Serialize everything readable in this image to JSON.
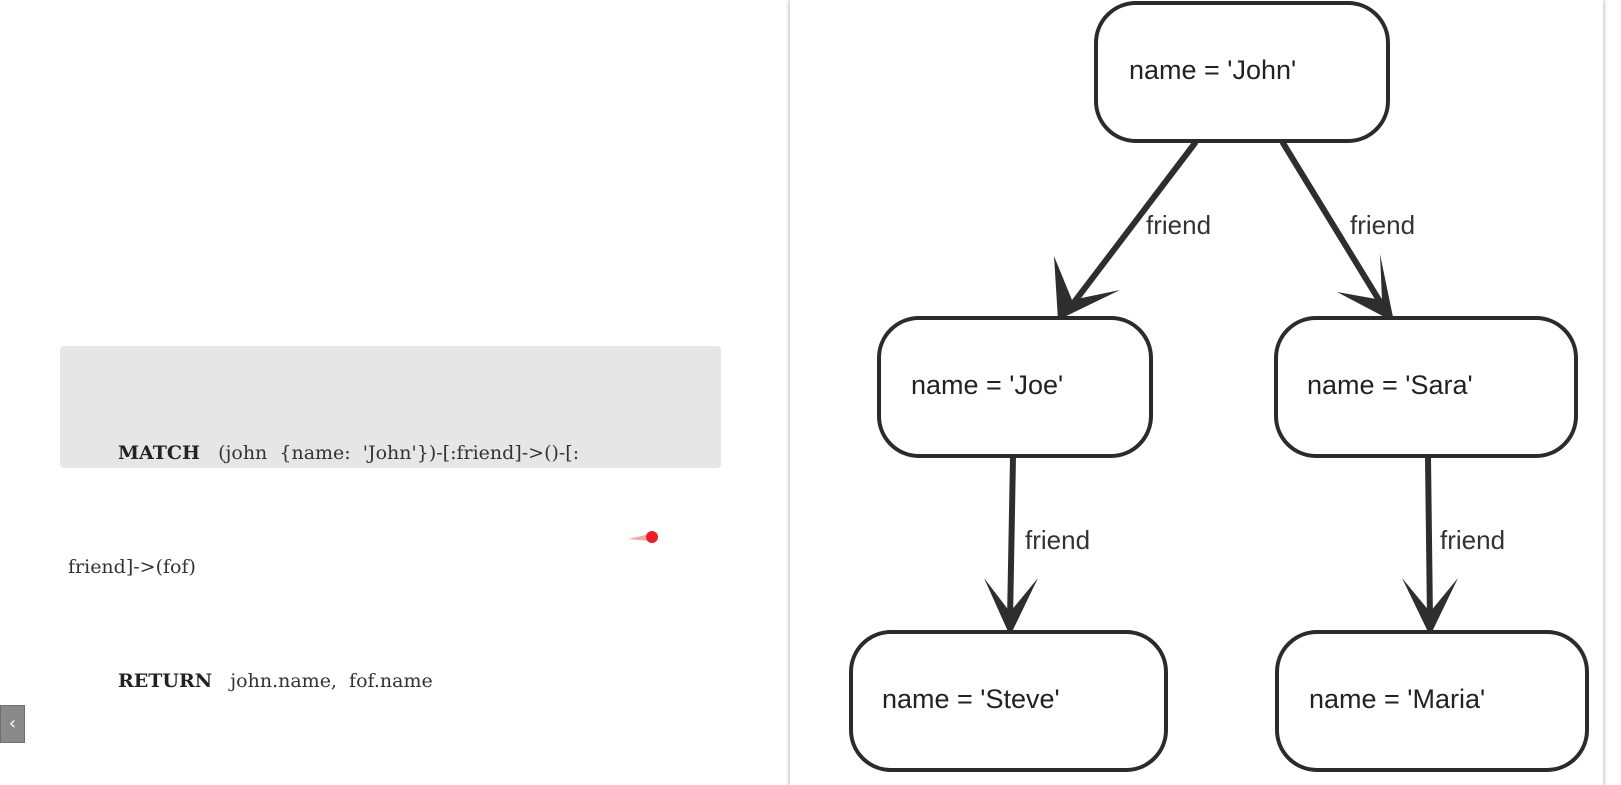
{
  "code": {
    "line1_keyword": "MATCH",
    "line1_rest": "(john  {name:  'John'})-[:friend]->()-[:",
    "line2": "friend]->(fof)",
    "line3_keyword": "RETURN",
    "line3_rest": "john.name,  fof.name"
  },
  "nav": {
    "prev_arrow": "‹"
  },
  "diagram": {
    "nodes": [
      {
        "id": "john",
        "label": "name = 'John'"
      },
      {
        "id": "joe",
        "label": "name = 'Joe'"
      },
      {
        "id": "sara",
        "label": "name = 'Sara'"
      },
      {
        "id": "steve",
        "label": "name = 'Steve'"
      },
      {
        "id": "maria",
        "label": "name = 'Maria'"
      }
    ],
    "edges": [
      {
        "from": "john",
        "to": "joe",
        "label": "friend"
      },
      {
        "from": "john",
        "to": "sara",
        "label": "friend"
      },
      {
        "from": "joe",
        "to": "steve",
        "label": "friend"
      },
      {
        "from": "sara",
        "to": "maria",
        "label": "friend"
      }
    ]
  },
  "colors": {
    "code_bg": "#e6e6e6",
    "node_stroke": "#2b2b2b",
    "edge": "#2e2e2e",
    "cursor_dot": "#ee1c24"
  }
}
